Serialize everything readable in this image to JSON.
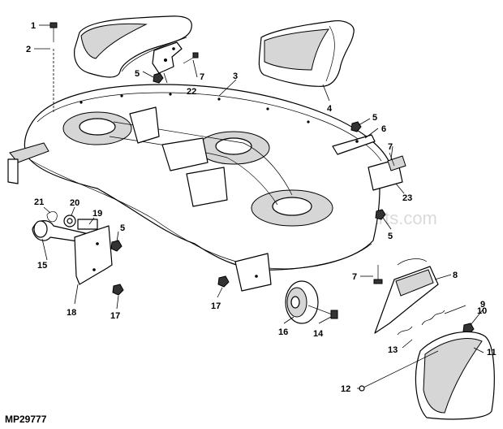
{
  "diagram": {
    "drawing_number": "MP29777",
    "watermark": "eReplacementParts.com",
    "callouts": [
      {
        "id": "c1",
        "text": "1"
      },
      {
        "id": "c2",
        "text": "2"
      },
      {
        "id": "c3",
        "text": "3"
      },
      {
        "id": "c4",
        "text": "4"
      },
      {
        "id": "c5a",
        "text": "5"
      },
      {
        "id": "c5b",
        "text": "5"
      },
      {
        "id": "c5c",
        "text": "5"
      },
      {
        "id": "c5d",
        "text": "5"
      },
      {
        "id": "c6",
        "text": "6"
      },
      {
        "id": "c7a",
        "text": "7"
      },
      {
        "id": "c7b",
        "text": "7"
      },
      {
        "id": "c7c",
        "text": "7"
      },
      {
        "id": "c8",
        "text": "8"
      },
      {
        "id": "c9",
        "text": "9"
      },
      {
        "id": "c10",
        "text": "10"
      },
      {
        "id": "c11",
        "text": "11"
      },
      {
        "id": "c12",
        "text": "12"
      },
      {
        "id": "c13",
        "text": "13"
      },
      {
        "id": "c14",
        "text": "14"
      },
      {
        "id": "c15",
        "text": "15"
      },
      {
        "id": "c16",
        "text": "16"
      },
      {
        "id": "c17a",
        "text": "17"
      },
      {
        "id": "c17b",
        "text": "17"
      },
      {
        "id": "c18",
        "text": "18"
      },
      {
        "id": "c19",
        "text": "19"
      },
      {
        "id": "c20",
        "text": "20"
      },
      {
        "id": "c21",
        "text": "21"
      },
      {
        "id": "c22",
        "text": "22"
      },
      {
        "id": "c23",
        "text": "23"
      }
    ]
  }
}
